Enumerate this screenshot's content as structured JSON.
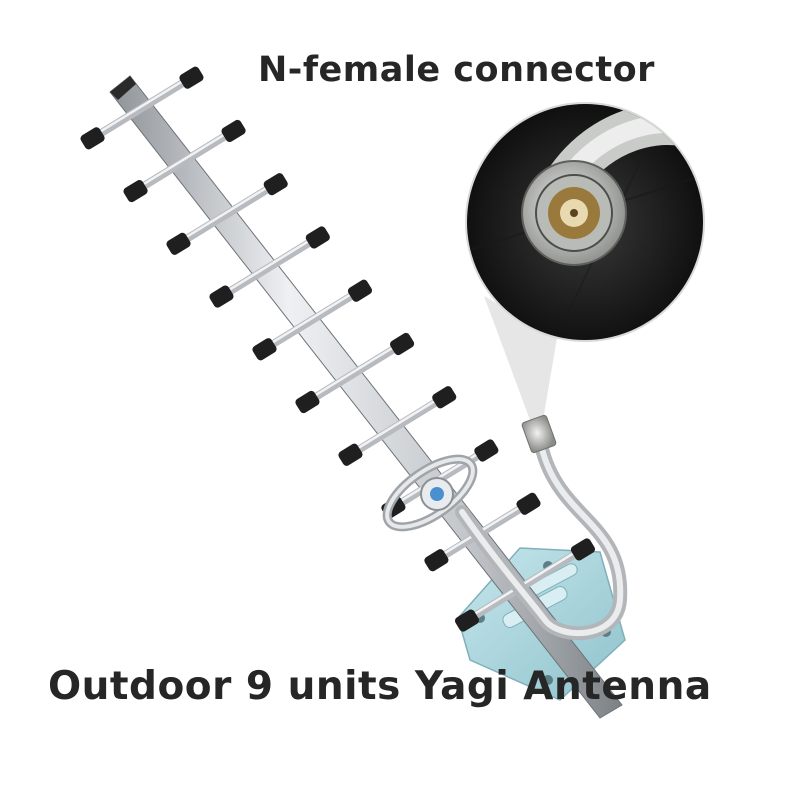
{
  "captions": {
    "connector": "N-female connector",
    "product": "Outdoor 9 units Yagi Antenna"
  },
  "product": {
    "director_elements": 9,
    "icons": [
      "yagi-antenna-icon",
      "n-female-connector-icon",
      "coax-cable-icon",
      "mounting-bracket-icon"
    ]
  },
  "colors": {
    "background": "#ffffff",
    "text": "#262626",
    "aluminum": "#c9ccd0",
    "rubber_caps": "#1f1f1f",
    "bracket": "#a9d4dc"
  }
}
